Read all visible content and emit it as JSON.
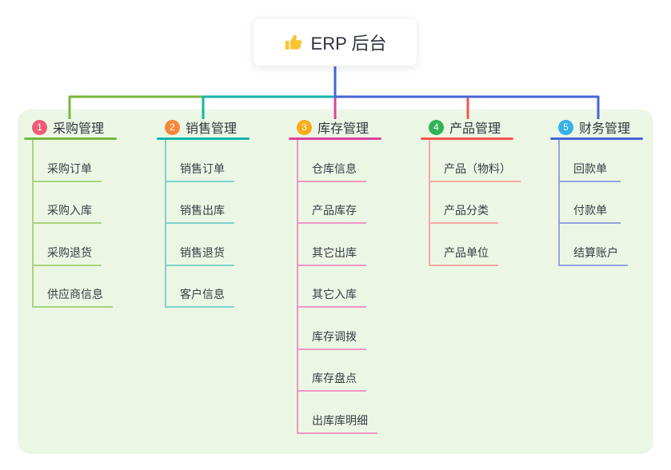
{
  "root": {
    "label": "ERP 后台",
    "icon": "thumbs-up-icon",
    "icon_color": "#f8c430"
  },
  "colors": {
    "panel_bg": "#ebf7e4",
    "root_line": "#5064d6",
    "text_dark": "#2e3140",
    "text_item": "#3a3b46"
  },
  "branches": [
    {
      "num": "1",
      "title": "采购管理",
      "color": "#79b83e",
      "light": "#a9d37b",
      "badge": "#ef5b77",
      "items": [
        "采购订单",
        "采购入库",
        "采购退货",
        "供应商信息"
      ]
    },
    {
      "num": "2",
      "title": "销售管理",
      "color": "#14b3a9",
      "light": "#82d2cb",
      "badge": "#f6873c",
      "items": [
        "销售订单",
        "销售出库",
        "销售退货",
        "客户信息"
      ]
    },
    {
      "num": "3",
      "title": "库存管理",
      "color": "#d9439e",
      "light": "#ee96c6",
      "badge": "#f9ab18",
      "items": [
        "仓库信息",
        "产品库存",
        "其它出库",
        "其它入库",
        "库存调拨",
        "库存盘点",
        "出库库明细"
      ]
    },
    {
      "num": "4",
      "title": "产品管理",
      "color": "#f2564e",
      "light": "#f7a8a2",
      "badge": "#30b356",
      "items": [
        "产品（物料）",
        "产品分类",
        "产品单位"
      ]
    },
    {
      "num": "5",
      "title": "财务管理",
      "color": "#4565d9",
      "light": "#93a3de",
      "badge": "#32b1ea",
      "items": [
        "回款单",
        "付款单",
        "结算账户"
      ]
    }
  ]
}
